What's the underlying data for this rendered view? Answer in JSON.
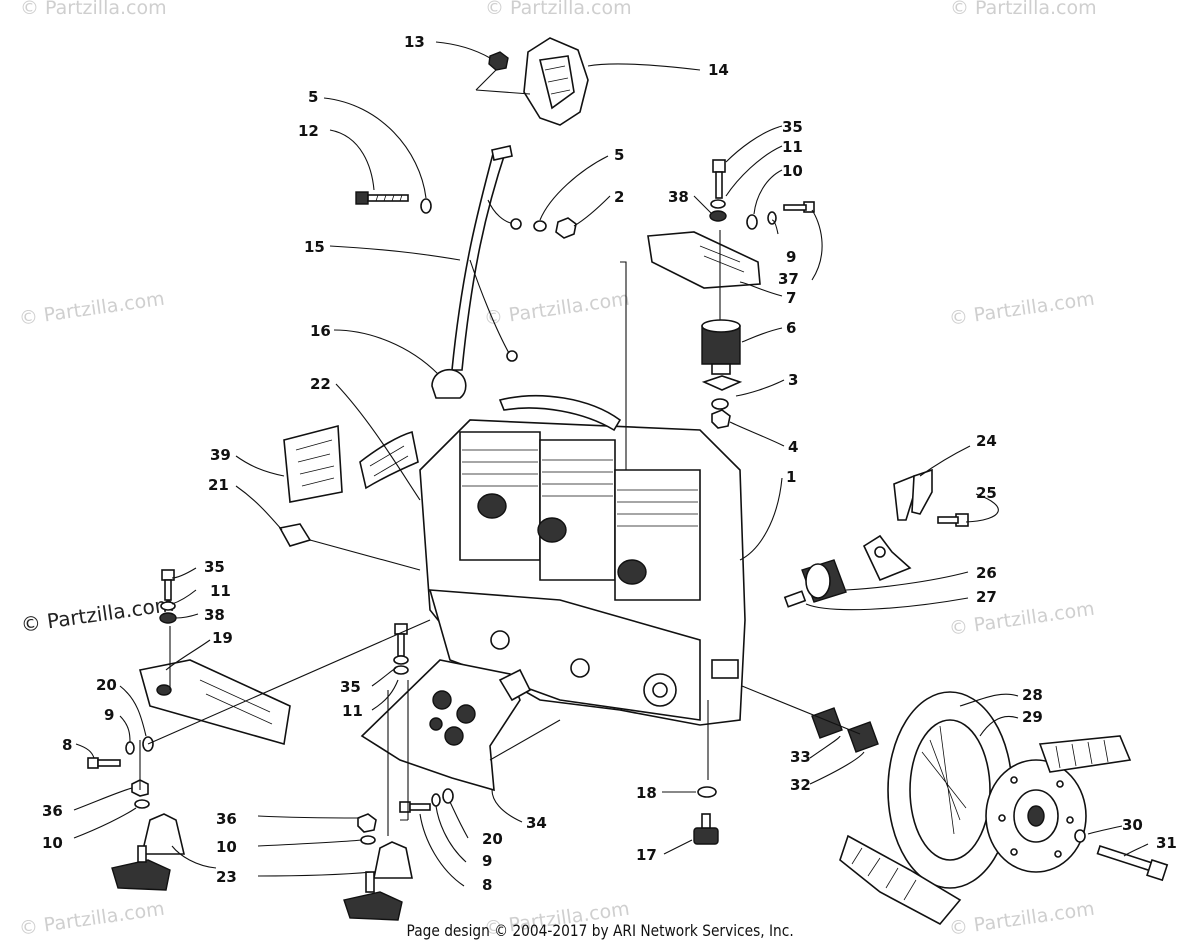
{
  "watermarks": {
    "light": "© Partzilla.com",
    "dark": "© Partzilla.com"
  },
  "footer": "Page design © 2004-2017 by ARI Network Services, Inc.",
  "callouts": {
    "c1": "1",
    "c2": "2",
    "c3": "3",
    "c4": "4",
    "c5a": "5",
    "c5b": "5",
    "c6": "6",
    "c7": "7",
    "c8a": "8",
    "c8b": "8",
    "c9a": "9",
    "c9b": "9",
    "c9c": "9",
    "c10a": "10",
    "c10b": "10",
    "c10c": "10",
    "c11a": "11",
    "c11b": "11",
    "c11c": "11",
    "c12": "12",
    "c13": "13",
    "c14": "14",
    "c15": "15",
    "c16": "16",
    "c17": "17",
    "c18": "18",
    "c19": "19",
    "c20a": "20",
    "c20b": "20",
    "c21": "21",
    "c22": "22",
    "c23": "23",
    "c24": "24",
    "c25": "25",
    "c26": "26",
    "c27": "27",
    "c28": "28",
    "c29": "29",
    "c30": "30",
    "c31": "31",
    "c32": "32",
    "c33": "33",
    "c34": "34",
    "c35a": "35",
    "c35b": "35",
    "c35c": "35",
    "c36a": "36",
    "c36b": "36",
    "c37": "37",
    "c38a": "38",
    "c38b": "38",
    "c39": "39"
  }
}
